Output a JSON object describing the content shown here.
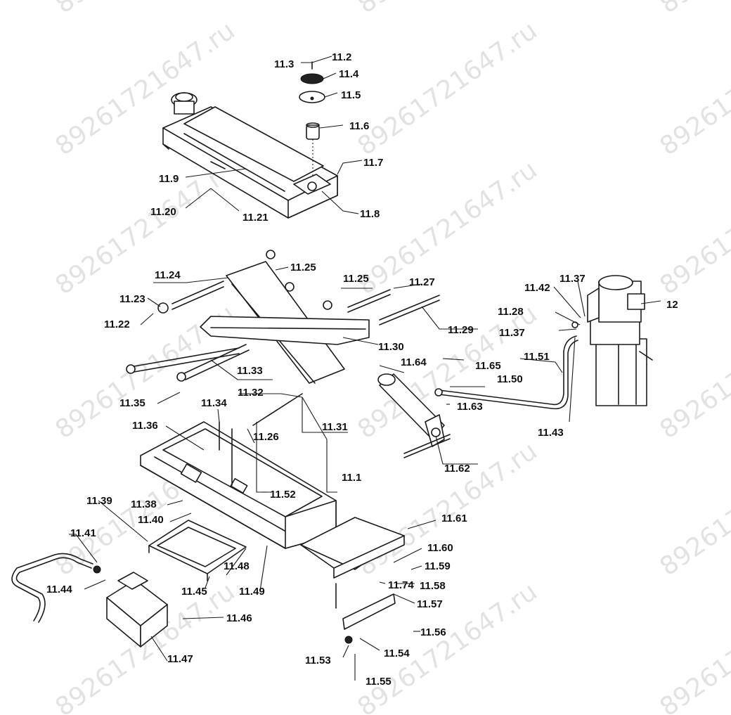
{
  "watermark": {
    "text": "89261721647.ru",
    "color": "#e2e2e2"
  },
  "labels": [
    {
      "id": "11.3"
    },
    {
      "id": "11.2"
    },
    {
      "id": "11.4"
    },
    {
      "id": "11.5"
    },
    {
      "id": "11.6"
    },
    {
      "id": "11.7"
    },
    {
      "id": "11.8"
    },
    {
      "id": "11.9"
    },
    {
      "id": "11.20"
    },
    {
      "id": "11.21"
    },
    {
      "id": "11.24"
    },
    {
      "id": "11.25"
    },
    {
      "id": "11.23"
    },
    {
      "id": "11.22"
    },
    {
      "id": "11.25"
    },
    {
      "id": "11.27"
    },
    {
      "id": "11.29"
    },
    {
      "id": "11.30"
    },
    {
      "id": "11.33"
    },
    {
      "id": "11.35"
    },
    {
      "id": "11.32"
    },
    {
      "id": "11.34"
    },
    {
      "id": "11.31"
    },
    {
      "id": "11.36"
    },
    {
      "id": "11.26"
    },
    {
      "id": "11.52"
    },
    {
      "id": "11.1"
    },
    {
      "id": "11.64"
    },
    {
      "id": "11.65"
    },
    {
      "id": "11.50"
    },
    {
      "id": "11.63"
    },
    {
      "id": "11.62"
    },
    {
      "id": "11.51"
    },
    {
      "id": "11.42"
    },
    {
      "id": "11.37"
    },
    {
      "id": "11.28"
    },
    {
      "id": "11.37"
    },
    {
      "id": "11.43"
    },
    {
      "id": "12"
    },
    {
      "id": "11.39"
    },
    {
      "id": "11.38"
    },
    {
      "id": "11.40"
    },
    {
      "id": "11.41"
    },
    {
      "id": "11.44"
    },
    {
      "id": "11.45"
    },
    {
      "id": "11.48"
    },
    {
      "id": "11.49"
    },
    {
      "id": "11.46"
    },
    {
      "id": "11.47"
    },
    {
      "id": "11.61"
    },
    {
      "id": "11.60"
    },
    {
      "id": "11.59"
    },
    {
      "id": "11.74"
    },
    {
      "id": "11.58"
    },
    {
      "id": "11.57"
    },
    {
      "id": "11.56"
    },
    {
      "id": "11.54"
    },
    {
      "id": "11.53"
    },
    {
      "id": "11.55"
    }
  ]
}
